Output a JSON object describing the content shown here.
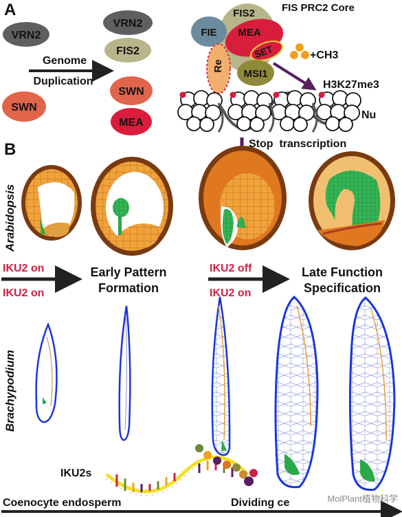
{
  "panel_a": {
    "label": "A",
    "title": "FIS PRC2 Core",
    "left_proteins": [
      "VRN2",
      "SWN"
    ],
    "duplicated_proteins": [
      "VRN2",
      "FIS2",
      "SWN",
      "MEA"
    ],
    "arrow_label_line1": "Genome",
    "arrow_label_line2": "Duplication",
    "complex_subunits": {
      "fie": "FIE",
      "fis2": "FIS2",
      "mea": "MEA",
      "set": "SET",
      "re": "Re",
      "msi1": "MSI1"
    },
    "methyl_label": "+CH3",
    "mark_label": "H3K27me3",
    "nucleosome_label": "Nu",
    "stop_label": "Stop  transcription"
  },
  "panel_b": {
    "label": "B",
    "species_top": "Arabidopsis",
    "species_bottom": "Brachypodium",
    "stage1_on_a": "IKU2 on",
    "stage1_on_b": "IKU2 on",
    "stage1_title_line1": "Early Pattern",
    "stage1_title_line2": "Formation",
    "stage2_off": "IKU2 off",
    "stage2_on": "IKU2 on",
    "stage2_title_line1": "Late Function",
    "stage2_title_line2": "Specification",
    "gene_label": "IKU2s",
    "bottom_left": "Coenocyte endosperm",
    "bottom_right": "Dividing ce"
  },
  "watermark": "MolPlant植物科学",
  "colors": {
    "vrn2": "#5f5f5f",
    "fis2": "#b9b58a",
    "swn": "#e0654a",
    "mea": "#d81e3c",
    "fie": "#6d8b9f",
    "re": "#f2b06e",
    "msi1": "#8f8a3a",
    "endosperm_orange": "#e07820",
    "embryo_green": "#2aa84a",
    "seed_outline_blue": "#1a35d8",
    "ikus_red": "#cc2244",
    "arrow_purple": "#5a1e60"
  }
}
